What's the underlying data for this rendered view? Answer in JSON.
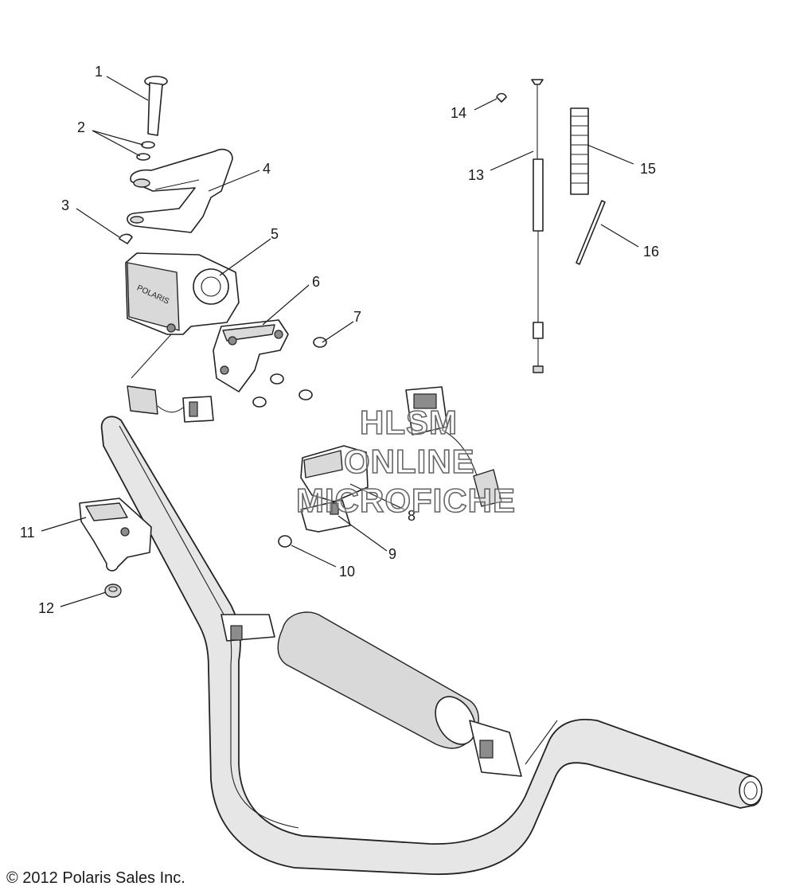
{
  "callouts": {
    "c1": "1",
    "c2": "2",
    "c3": "3",
    "c4": "4",
    "c5": "5",
    "c6": "6",
    "c7": "7",
    "c8": "8",
    "c9": "9",
    "c10": "10",
    "c11": "11",
    "c12": "12",
    "c13": "13",
    "c14": "14",
    "c15": "15",
    "c16": "16"
  },
  "watermark": {
    "line1": "HLSM",
    "line2": "ONLINE",
    "line3": "MICROFICHE"
  },
  "housing_label": "POLARIS",
  "copyright": "© 2012 Polaris Sales Inc."
}
